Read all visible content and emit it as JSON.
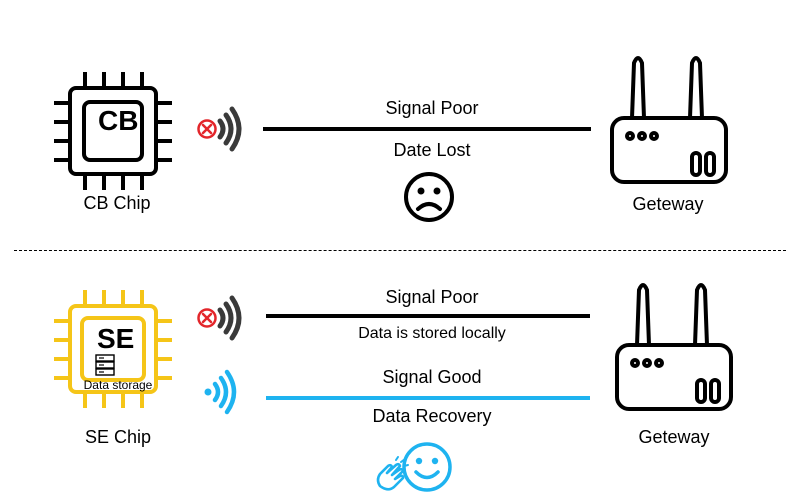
{
  "top": {
    "chip_text": "CB",
    "chip_label": "CB Chip",
    "signal_text": "Signal  Poor",
    "status_text": "Date Lost",
    "gateway_label": "Geteway"
  },
  "bottom": {
    "chip_text": "SE",
    "chip_sublabel": "Data storage",
    "chip_label": "SE Chip",
    "poor_signal_text": "Signal  Poor",
    "stored_text": "Data is stored locally",
    "good_signal_text": "Signal Good",
    "recovery_text": "Data Recovery",
    "gateway_label": "Geteway"
  },
  "colors": {
    "chip_yellow": "#F5C518",
    "good_blue": "#1EB3F0",
    "bad_red": "#E3262B"
  },
  "icons": [
    "chip-icon",
    "wireless-off-icon",
    "wireless-good-icon",
    "router-icon",
    "sad-face-icon",
    "happy-face-icon",
    "clapping-hands-icon",
    "database-icon"
  ]
}
